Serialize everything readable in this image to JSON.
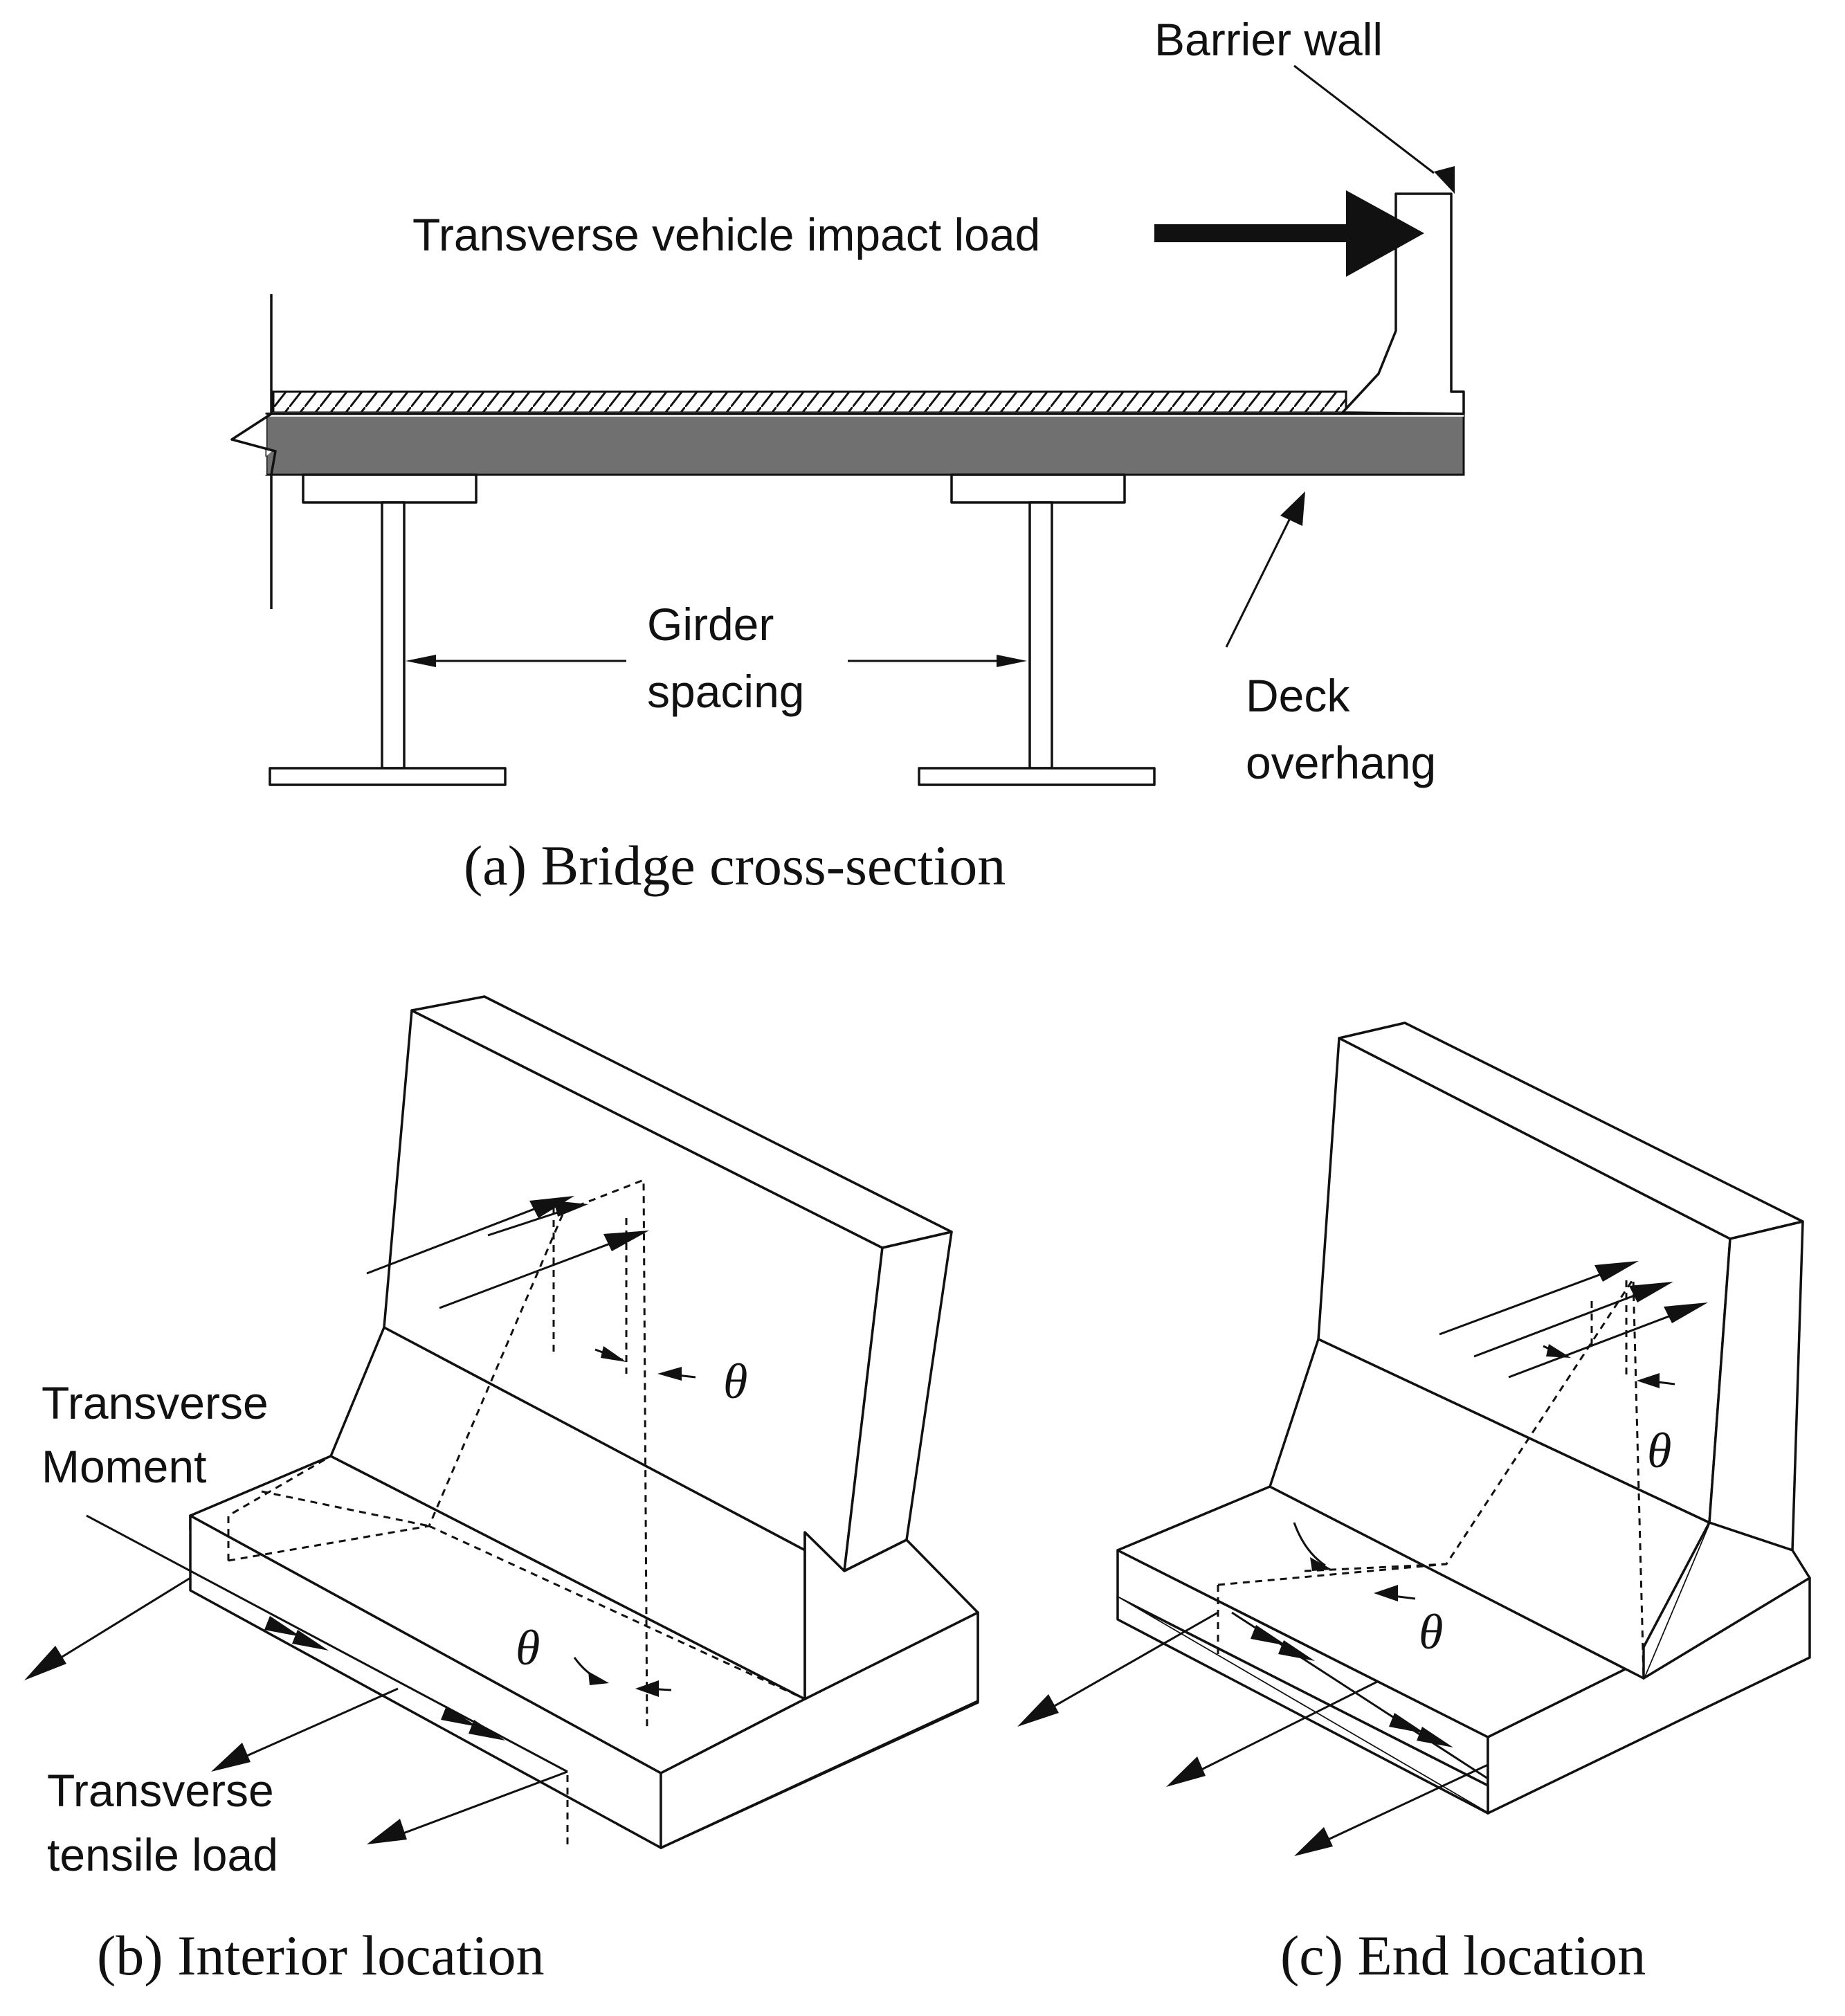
{
  "panel_a": {
    "labels": {
      "barrier_wall": "Barrier wall",
      "impact_load": "Transverse vehicle impact load",
      "girder_line1": "Girder",
      "girder_line2": "spacing",
      "deck_line1": "Deck",
      "deck_line2": "overhang"
    },
    "caption": "(a) Bridge cross-section"
  },
  "panel_b": {
    "labels": {
      "moment_line1": "Transverse",
      "moment_line2": "Moment",
      "tensile_line1": "Transverse",
      "tensile_line2": "tensile load",
      "theta": "θ"
    },
    "caption": "(b) Interior location"
  },
  "panel_c": {
    "labels": {
      "theta": "θ"
    },
    "caption": "(c) End location"
  },
  "colors": {
    "line": "#111111",
    "deck": "#707070",
    "background": "#ffffff"
  }
}
